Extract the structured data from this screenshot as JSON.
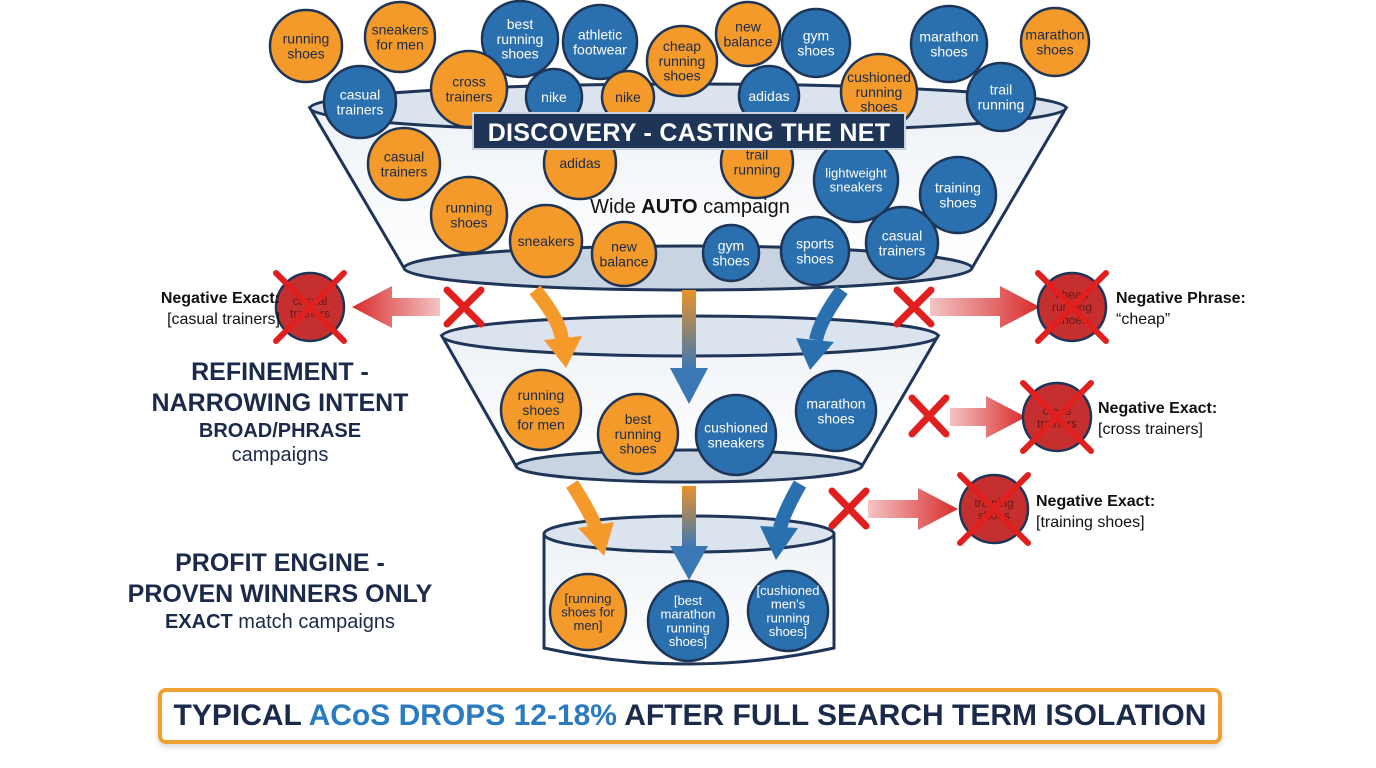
{
  "colors": {
    "orange": "#f39a2b",
    "blue": "#2a6fae",
    "red": "#c62f2f",
    "navy": "#1e3557",
    "highlight": "#2a7bc0"
  },
  "discovery": {
    "banner": "DISCOVERY - CASTING THE NET",
    "sub_prefix": "Wide ",
    "sub_bold": "AUTO",
    "sub_suffix": " campaign",
    "bubbles": [
      {
        "text": "running\nshoes",
        "color": "orange"
      },
      {
        "text": "sneakers\nfor men",
        "color": "orange"
      },
      {
        "text": "best\nrunning\nshoes",
        "color": "blue"
      },
      {
        "text": "athletic\nfootwear",
        "color": "blue"
      },
      {
        "text": "cheap\nrunning\nshoes",
        "color": "orange"
      },
      {
        "text": "new\nbalance",
        "color": "orange"
      },
      {
        "text": "gym\nshoes",
        "color": "blue"
      },
      {
        "text": "marathon\nshoes",
        "color": "blue"
      },
      {
        "text": "marathon\nshoes",
        "color": "orange"
      },
      {
        "text": "casual\ntrainers",
        "color": "blue"
      },
      {
        "text": "cross\ntrainers",
        "color": "orange"
      },
      {
        "text": "nike",
        "color": "blue"
      },
      {
        "text": "nike",
        "color": "orange"
      },
      {
        "text": "adidas",
        "color": "blue"
      },
      {
        "text": "cushioned\nrunning\nshoes",
        "color": "orange"
      },
      {
        "text": "trail\nrunning",
        "color": "blue"
      },
      {
        "text": "casual\ntrainers",
        "color": "orange"
      },
      {
        "text": "adidas",
        "color": "orange"
      },
      {
        "text": "trail\nrunning",
        "color": "orange"
      },
      {
        "text": "lightweight\nsneakers",
        "color": "blue"
      },
      {
        "text": "training\nshoes",
        "color": "blue"
      },
      {
        "text": "running\nshoes",
        "color": "orange"
      },
      {
        "text": "sneakers",
        "color": "orange"
      },
      {
        "text": "new\nbalance",
        "color": "orange"
      },
      {
        "text": "gym\nshoes",
        "color": "blue"
      },
      {
        "text": "sports\nshoes",
        "color": "blue"
      },
      {
        "text": "casual\ntrainers",
        "color": "blue"
      }
    ]
  },
  "refinement": {
    "title_line1": "REFINEMENT -",
    "title_line2": "NARROWING INTENT",
    "sub_bold": "BROAD/PHRASE",
    "sub": "campaigns",
    "bubbles": [
      {
        "text": "running\nshoes\nfor men",
        "color": "orange"
      },
      {
        "text": "best\nrunning\nshoes",
        "color": "orange"
      },
      {
        "text": "cushioned\nsneakers",
        "color": "blue"
      },
      {
        "text": "marathon\nshoes",
        "color": "blue"
      }
    ]
  },
  "profit": {
    "title_line1": "PROFIT ENGINE -",
    "title_line2": "PROVEN WINNERS ONLY",
    "sub_bold": "EXACT",
    "sub": " match campaigns",
    "bubbles": [
      {
        "text": "[running\nshoes for\nmen]",
        "color": "orange"
      },
      {
        "text": "[best\nmarathon\nrunning\nshoes]",
        "color": "blue"
      },
      {
        "text": "[cushioned\nmen's\nrunning\nshoes]",
        "color": "blue"
      }
    ]
  },
  "negatives": [
    {
      "label": "Negative Exact:",
      "term": "[casual trainers]",
      "bubble_text": "casual\ntrainers"
    },
    {
      "label": "Negative Phrase:",
      "term": "“cheap”",
      "bubble_text": "cheap\nrunning\nshoes"
    },
    {
      "label": "Negative Exact:",
      "term": "[cross trainers]",
      "bubble_text": "cross\ntrainers"
    },
    {
      "label": "Negative Exact:",
      "term": "[training shoes]",
      "bubble_text": "training\nshoes"
    }
  ],
  "footer": {
    "pre": "TYPICAL ",
    "highlight": "ACoS DROPS 12-18%",
    "post": " AFTER FULL SEARCH TERM ISOLATION"
  }
}
